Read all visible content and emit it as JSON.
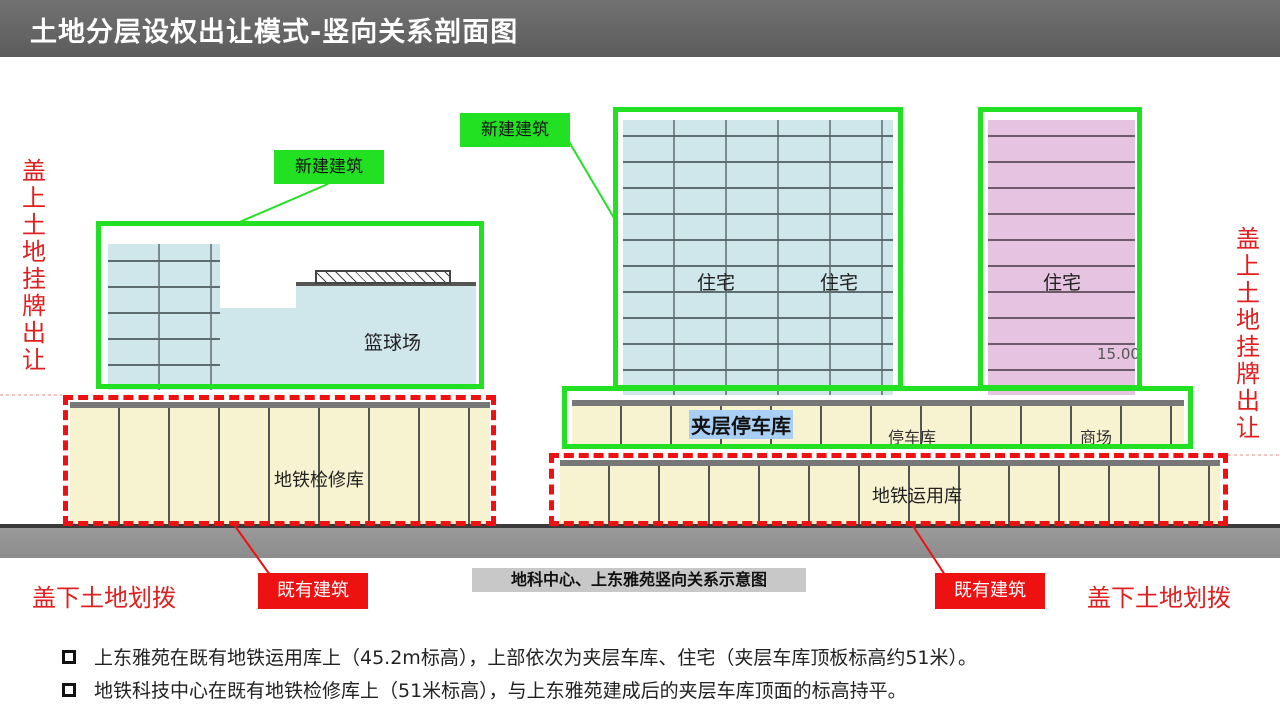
{
  "title": "土地分层设权出让模式-竖向关系剖面图",
  "tags": {
    "new_building_1": "新建建筑",
    "new_building_2": "新建建筑",
    "existing_1": "既有建筑",
    "existing_2": "既有建筑"
  },
  "side_labels": {
    "left_top": "盖上土地挂牌出让",
    "right_top": "盖上土地挂牌出让",
    "left_bottom": "盖下土地划拨",
    "right_bottom": "盖下土地划拨"
  },
  "buildings": {
    "basketball": "篮球场",
    "maintenance_depot": "地铁检修库",
    "residence_1": "住宅",
    "residence_2": "住宅",
    "residence_3": "住宅",
    "elevation_mark": "15.00",
    "mezzanine_parking": "夹层停车库",
    "parking": "停车库",
    "mall": "商场",
    "operation_depot": "地铁运用库"
  },
  "caption": "地科中心、上东雅苑竖向关系示意图",
  "bullets": [
    "上东雅苑在既有地铁运用库上（45.2m标高），上部依次为夹层车库、住宅（夹层车库顶板标高约51米）。",
    "地铁科技中心在既有地铁检修库上（51米标高），与上东雅苑建成后的夹层车库顶面的标高持平。"
  ]
}
